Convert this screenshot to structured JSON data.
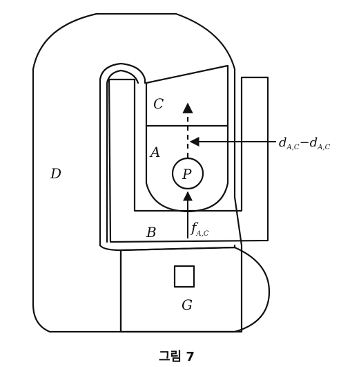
{
  "labels": {
    "C": "C",
    "A": "A",
    "P": "P",
    "B": "B",
    "D": "D",
    "G": "G"
  },
  "annotations": {
    "d_expression": "d",
    "d_sub_1": "A,C",
    "d_minus": "−d",
    "d_sub_2": "A,C",
    "f_main": "f",
    "f_sub": "A,C"
  },
  "caption": "그림 7"
}
